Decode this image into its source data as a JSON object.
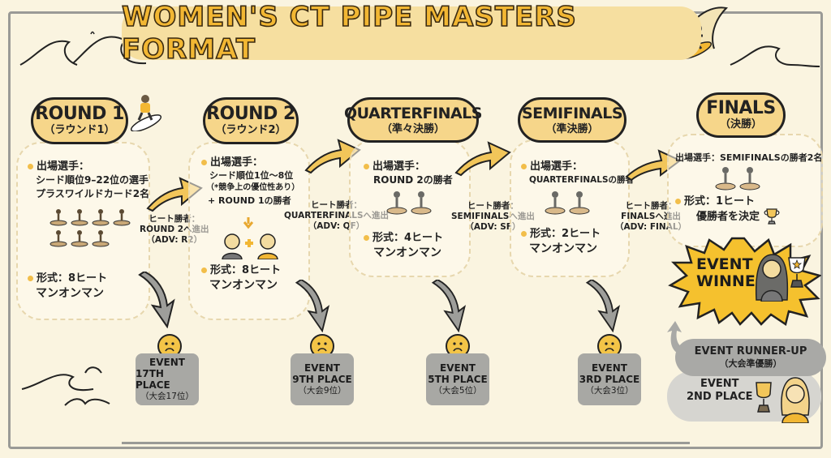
{
  "title": "WOMEN'S CT PIPE MASTERS FORMAT",
  "colors": {
    "background": "#faf4e0",
    "accent_yellow": "#f2b733",
    "cloud_fill": "#f6d68a",
    "place_box_gray": "#a8a8a4",
    "winner_burst": "#f5c12e"
  },
  "rounds": [
    {
      "title": "ROUND 1",
      "subtitle": "（ラウンド1）",
      "participants_label": "出場選手：",
      "participants_lines": [
        "シード順位9–22位の選手",
        "プラスワイルドカード2名"
      ],
      "format_label": "形式：8ヒート",
      "format_detail": "マンオンマン",
      "surfer_icons": 7
    },
    {
      "title": "ROUND 2",
      "subtitle": "（ラウンド2）",
      "participants_label": "出場選手：",
      "participants_lines": [
        "シード順位1位～8位",
        "（*競争上の優位性あり）",
        "+ ROUND 1の勝者"
      ],
      "format_label": "形式：8ヒート",
      "format_detail": "マンオンマン"
    },
    {
      "title": "QUARTERFINALS",
      "subtitle": "（準々決勝）",
      "participants_label": "出場選手：",
      "participants_lines": [
        "ROUND 2の勝者"
      ],
      "format_label": "形式：4ヒート",
      "format_detail": "マンオンマン",
      "surfer_icons": 2
    },
    {
      "title": "SEMIFINALS",
      "subtitle": "（準決勝）",
      "participants_label": "出場選手：",
      "participants_lines": [
        "QUARTERFINALSの勝者"
      ],
      "format_label": "形式：2ヒート",
      "format_detail": "マンオンマン",
      "surfer_icons": 2
    },
    {
      "title": "FINALS",
      "subtitle": "（決勝）",
      "participants_label": "出場選手：SEMIFINALSの勝者2名",
      "format_label": "形式：1ヒート",
      "format_detail": "優勝者を決定",
      "surfer_icons": 2
    }
  ],
  "advance_labels": [
    {
      "line1": "ヒート勝者：",
      "line2": "ROUND 2へ進出",
      "line3": "（ADV: R2）"
    },
    {
      "line1": "ヒート勝者：",
      "line2": "QUARTERFINALSへ進出",
      "line3": "（ADV: QF）"
    },
    {
      "line1": "ヒート勝者：",
      "line2": "SEMIFINALSへ進出",
      "line3": "（ADV: SF）"
    },
    {
      "line1": "ヒート勝者：",
      "line2": "FINALSへ進出",
      "line3": "（ADV: FINAL）"
    }
  ],
  "eliminations": [
    {
      "line1": "EVENT",
      "line2": "17TH PLACE",
      "line3": "（大会17位）"
    },
    {
      "line1": "EVENT",
      "line2": "9TH PLACE",
      "line3": "（大会9位）"
    },
    {
      "line1": "EVENT",
      "line2": "5TH PLACE",
      "line3": "（大会5位）"
    },
    {
      "line1": "EVENT",
      "line2": "3RD PLACE",
      "line3": "（大会3位）"
    }
  ],
  "winner": {
    "line1": "EVENT",
    "line2": "WINNER"
  },
  "runner_up": {
    "title": "EVENT RUNNER-UP",
    "subtitle": "（大会準優勝）",
    "line1": "EVENT",
    "line2": "2ND PLACE"
  }
}
